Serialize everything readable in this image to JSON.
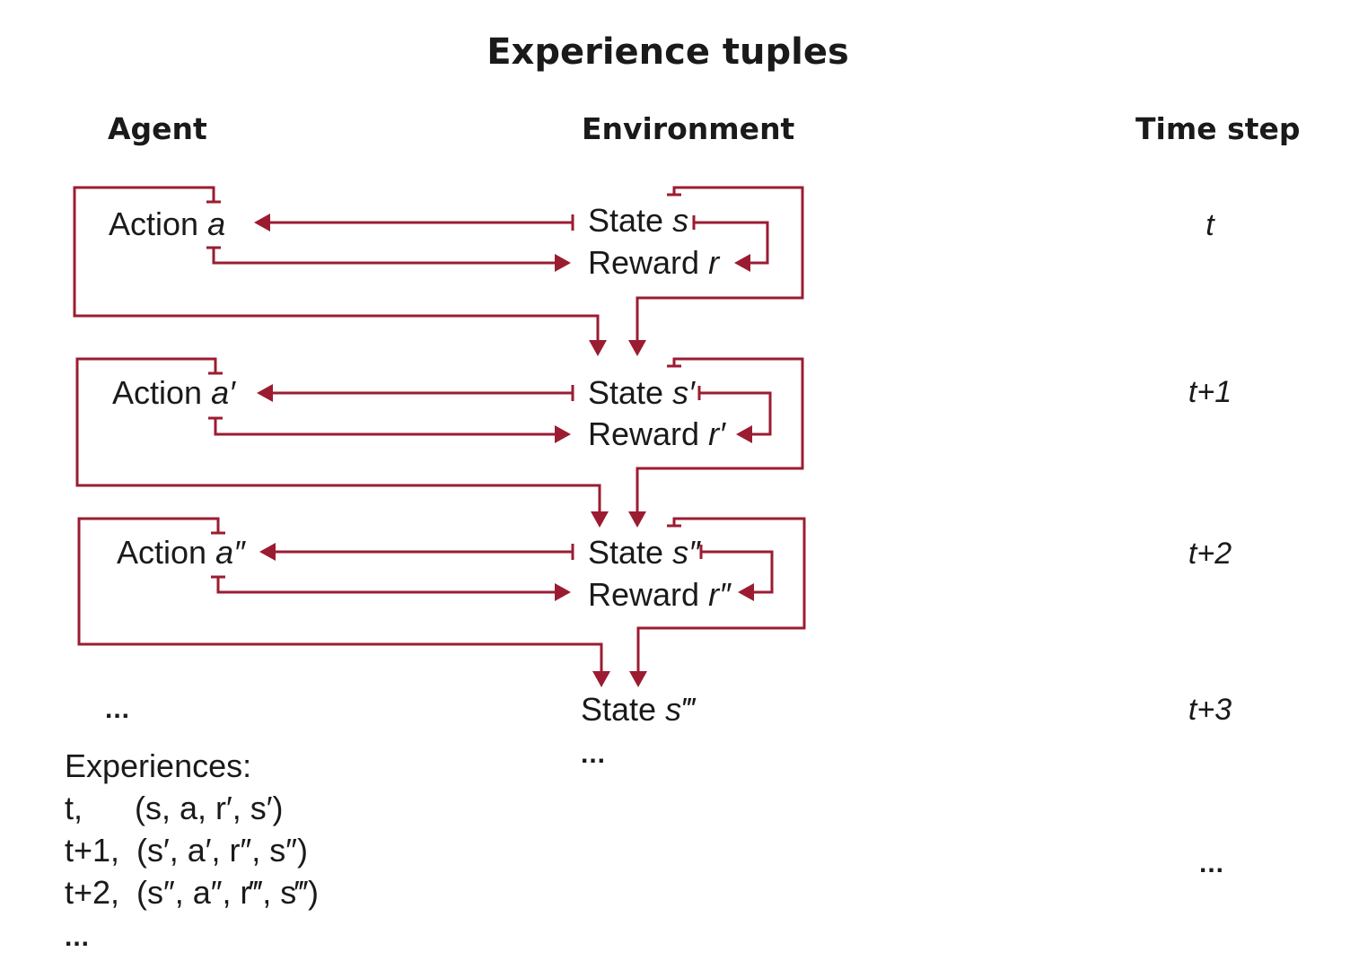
{
  "title": "Experience tuples",
  "headers": {
    "agent": "Agent",
    "environment": "Environment",
    "time_step": "Time step"
  },
  "rows": [
    {
      "action_word": "Action",
      "action_var": "a",
      "state_word": "State",
      "state_var": "s",
      "reward_word": "Reward",
      "reward_var": "r",
      "time": "t"
    },
    {
      "action_word": "Action",
      "action_var": "a′",
      "state_word": "State",
      "state_var": "s′",
      "reward_word": "Reward",
      "reward_var": "r′",
      "time": "t+1"
    },
    {
      "action_word": "Action",
      "action_var": "a″",
      "state_word": "State",
      "state_var": "s″",
      "reward_word": "Reward",
      "reward_var": "r″",
      "time": "t+2"
    }
  ],
  "final_state": {
    "state_word": "State",
    "state_var": "s‴",
    "time": "t+3"
  },
  "ellipsis": "...",
  "experiences": {
    "heading": "Experiences:",
    "lines": [
      {
        "step": "t,",
        "tuple": "(s,  a,  r′,  s′)"
      },
      {
        "step": "t+1,",
        "tuple": "(s′,  a′,  r″,  s″)"
      },
      {
        "step": "t+2,",
        "tuple": "(s″, a″, r‴, s‴)"
      }
    ]
  },
  "colors": {
    "arrow": "#9b1c31",
    "text": "#1a1a1a"
  }
}
